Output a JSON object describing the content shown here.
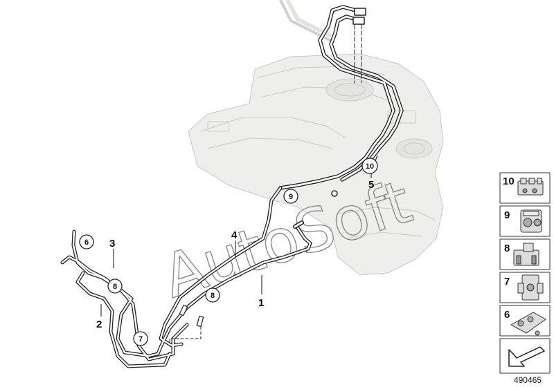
{
  "diagram": {
    "callouts": [
      "1",
      "2",
      "3",
      "4",
      "5"
    ],
    "circled_callouts": [
      "6",
      "7",
      "8",
      "8",
      "9",
      "10"
    ],
    "legend": [
      {
        "number": "10",
        "icon": "clip-10-icon"
      },
      {
        "number": "9",
        "icon": "clip-9-icon"
      },
      {
        "number": "8",
        "icon": "clip-8-icon"
      },
      {
        "number": "7",
        "icon": "clip-7-icon"
      },
      {
        "number": "6",
        "icon": "clip-6-icon"
      },
      {
        "number": "",
        "icon": "arrow-direction-icon"
      }
    ],
    "watermark": "AutoSoft",
    "diagram_id": "490465"
  }
}
